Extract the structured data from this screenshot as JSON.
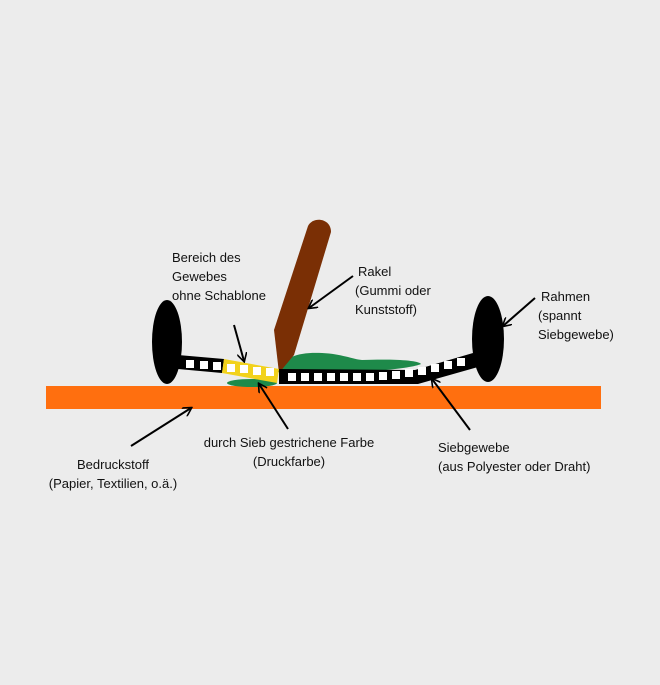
{
  "labels": {
    "bereich_line1": "Bereich des",
    "bereich_line2": "Gewebes",
    "bereich_line3": "ohne Schablone",
    "rakel_line1": "Rakel",
    "rakel_line2": "(Gummi oder",
    "rakel_line3": "Kunststoff)",
    "rahmen_line1": "Rahmen",
    "rahmen_line2": "(spannt",
    "rahmen_line3": "Siebgewebe)",
    "bedruckstoff_line1": "Bedruckstoff",
    "bedruckstoff_line2": "(Papier, Textilien, o.ä.)",
    "farbe_line1": "durch Sieb gestrichene Farbe",
    "farbe_line2": "(Druckfarbe)",
    "siebgewebe_line1": "Siebgewebe",
    "siebgewebe_line2": "(aus Polyester oder Draht)"
  },
  "colors": {
    "background": "#ececec",
    "substrate": "#ff6f0f",
    "squeegee": "#7a2f05",
    "ink": "#1e8a4a",
    "frame": "#000000",
    "stencil_free_area": "#f2d21c",
    "mesh_cells": "#ffffff"
  }
}
